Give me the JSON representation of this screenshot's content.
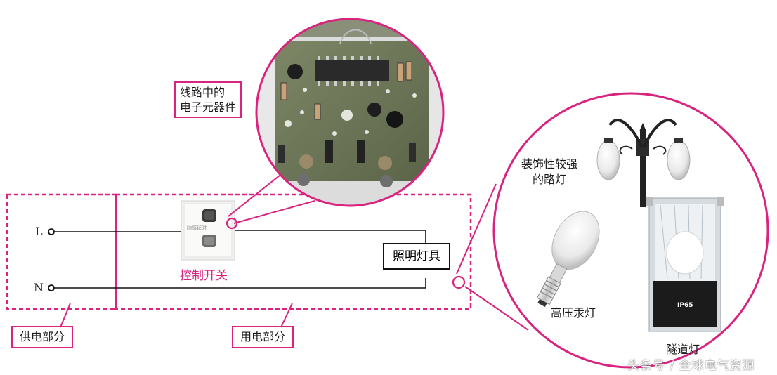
{
  "labels": {
    "terminal_l": "L",
    "terminal_n": "N",
    "control_switch": "控制开关",
    "switch_face_text": "随感延时",
    "lighting_fixture": "照明灯具",
    "supply_part": "供电部分",
    "load_part": "用电部分",
    "electronic_components_line1": "线路中的",
    "electronic_components_line2": "电子元器件",
    "decorative_lamp_line1": "装饰性较强",
    "decorative_lamp_line2": "的路灯",
    "mercury_lamp": "高压汞灯",
    "tunnel_lamp": "隧道灯",
    "tunnel_lamp_badge": "IP65",
    "watermark": "头条号 / 全球电气资源"
  },
  "colors": {
    "accent_magenta": "#d9237f",
    "wire": "#111111",
    "pcb_green": "#6f7a58"
  },
  "icons": {
    "switch": "wall-switch-icon",
    "pcb": "circuit-board-photo",
    "street_lamp": "street-lamp-icon",
    "mercury_bulb": "mercury-lamp-bulb-icon",
    "tunnel_light": "tunnel-light-icon"
  }
}
